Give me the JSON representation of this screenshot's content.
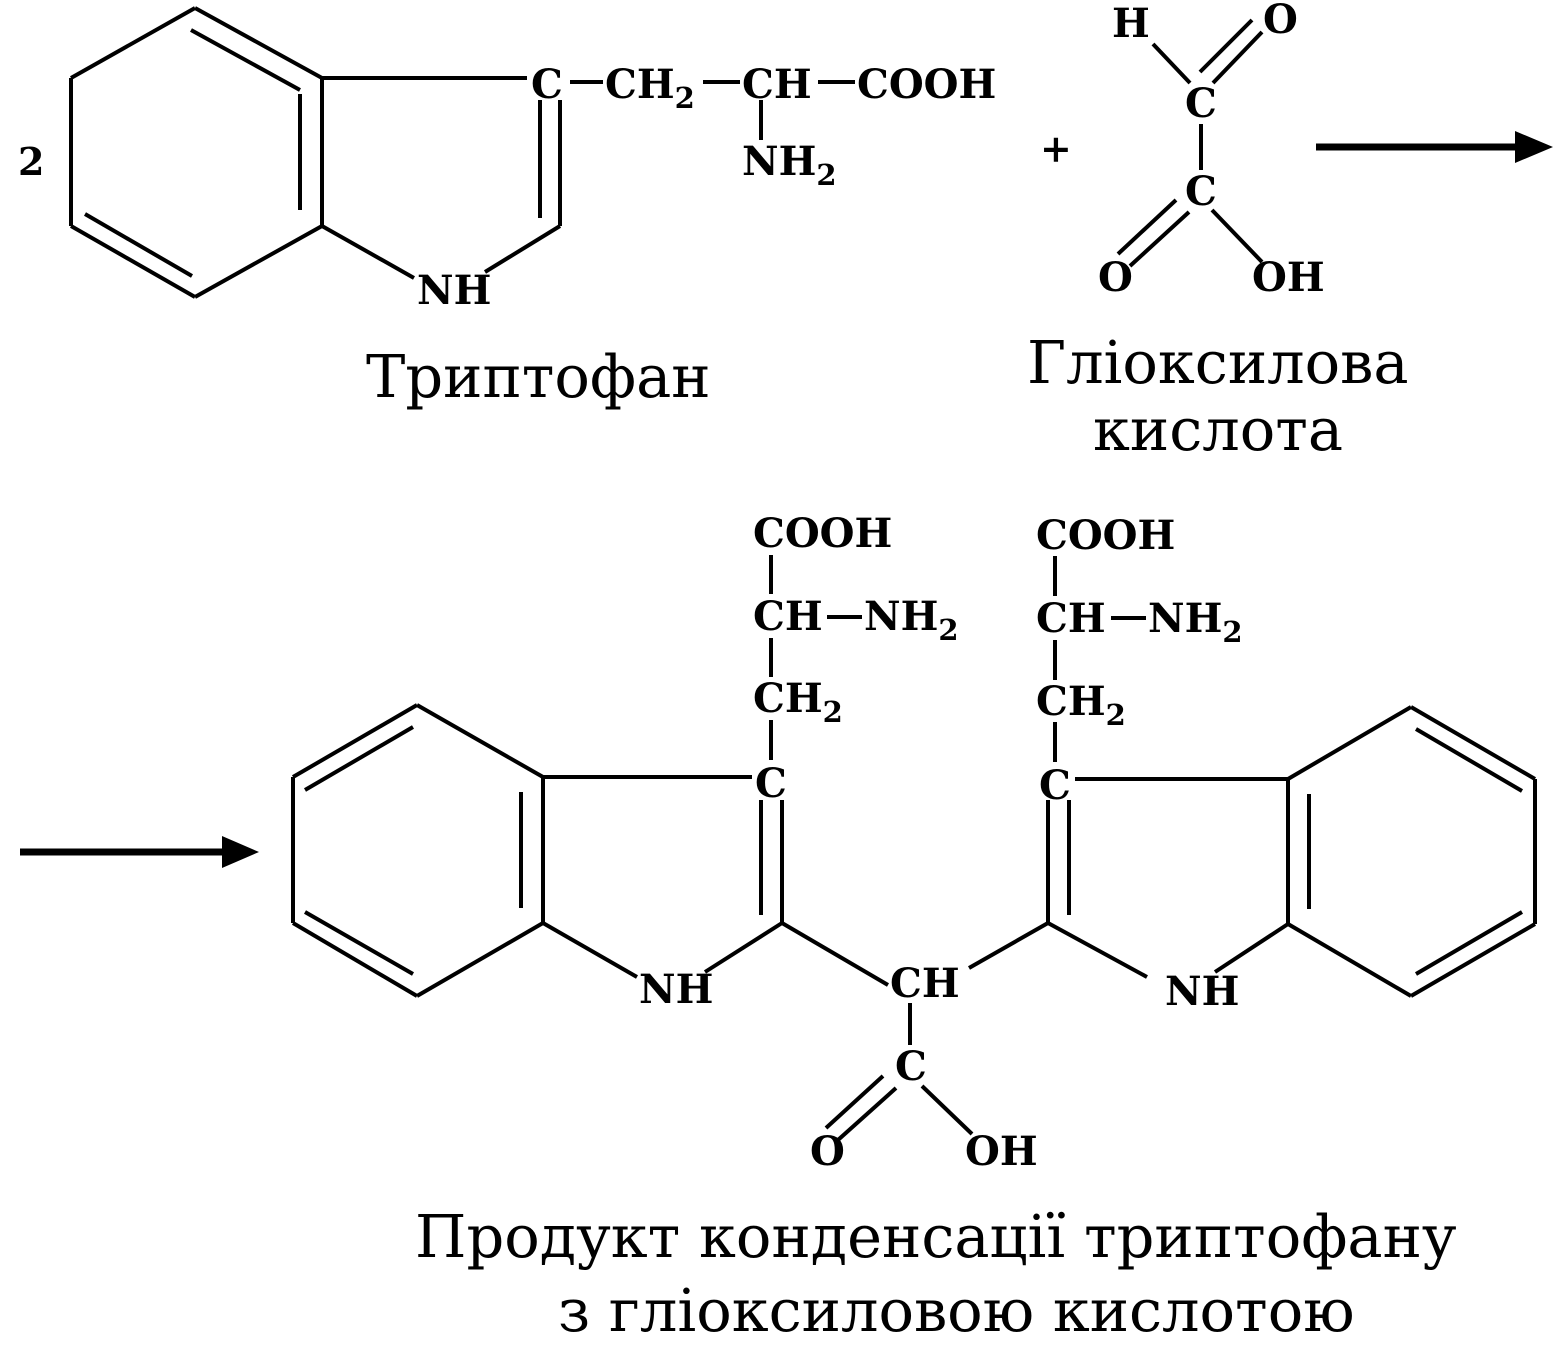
{
  "reactants": {
    "tryptophan": {
      "coefficient": "2",
      "name": "Триптофан",
      "atoms": {
        "c3": "C",
        "ch2": "CH",
        "ch2_sub": "2",
        "ch": "CH",
        "cooh": "COOH",
        "nh2": "NH",
        "nh2_sub": "2",
        "nh": "NH"
      }
    },
    "plus_sign": "+",
    "glyoxylic_acid": {
      "name_line1": "Гліоксилова",
      "name_line2": "кислота",
      "atoms": {
        "h": "H",
        "o_top": "O",
        "c1": "C",
        "c2": "C",
        "o_bottom": "O",
        "oh": "OH"
      }
    }
  },
  "product": {
    "name_line1": "Продукт конденсації триптофану",
    "name_line2": "з гліоксиловою кислотою",
    "left_indole": {
      "cooh": "COOH",
      "ch": "CH",
      "nh2": "NH",
      "nh2_sub": "2",
      "ch2": "CH",
      "ch2_sub": "2",
      "c3": "C",
      "nh": "NH"
    },
    "right_indole": {
      "cooh": "COOH",
      "ch": "CH",
      "nh2": "NH",
      "nh2_sub": "2",
      "ch2": "CH",
      "ch2_sub": "2",
      "c3": "C",
      "nh": "NH"
    },
    "bridge": {
      "ch": "CH",
      "c": "C",
      "o": "O",
      "oh": "OH"
    }
  }
}
